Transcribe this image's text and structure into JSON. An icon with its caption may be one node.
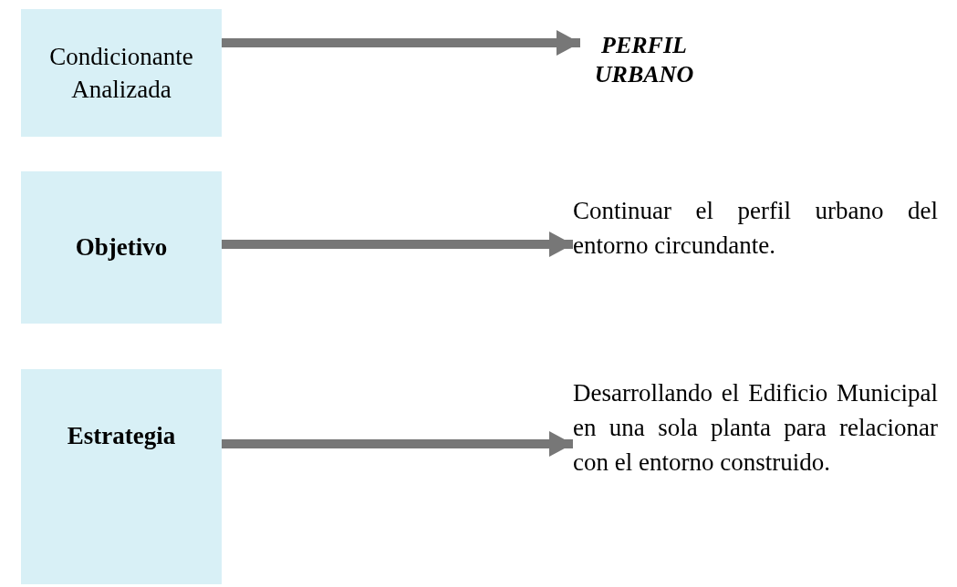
{
  "diagram": {
    "nodes": [
      {
        "text": [
          "Condicionante Analizada"
        ]
      },
      {
        "text": [
          "PERFIL URBANO"
        ]
      },
      {
        "text": [
          "Objetivo"
        ]
      },
      {
        "text": [
          "Continuar el perfil urbano del entorno circundante."
        ]
      },
      {
        "text": [
          "Estrategia"
        ]
      },
      {
        "text": [
          "Desarrollando el Edificio Municipal en una sola planta para relacionar con el entorno construido."
        ]
      }
    ],
    "edges": [
      {
        "from": 0,
        "to": 1,
        "arrow": "to"
      },
      {
        "from": 2,
        "to": 3,
        "arrow": "to"
      },
      {
        "from": 4,
        "to": 5,
        "arrow": "to"
      }
    ]
  }
}
